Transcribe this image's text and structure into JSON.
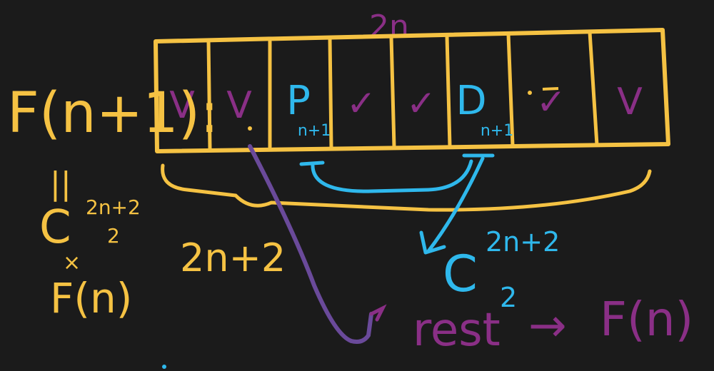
{
  "colors": {
    "background": "#1b1b1b",
    "yellow": "#f5c243",
    "purple": "#8a2f86",
    "blue": "#2fb8ec"
  },
  "labels": {
    "top_width": "2n",
    "function_lhs": "F(n+1):",
    "equals": "||",
    "combination_left_C": "C",
    "combination_left_top": "2n+2",
    "combination_left_bottom": "2",
    "times": "×",
    "f_n_left": "F(n)",
    "bracket_label": "2n+2",
    "combination_right_C": "C",
    "combination_right_top": "2n+2",
    "combination_right_bottom": "2",
    "rest": "rest",
    "arrow": "→",
    "f_n_right": "F(n)"
  },
  "cells": [
    {
      "mark": "V",
      "sub": ""
    },
    {
      "mark": "V",
      "sub": ""
    },
    {
      "mark": "P",
      "sub": "n+1"
    },
    {
      "mark": "✓",
      "sub": ""
    },
    {
      "mark": "✓",
      "sub": ""
    },
    {
      "mark": "D",
      "sub": "n+1"
    },
    {
      "mark": "✓",
      "sub": ""
    },
    {
      "mark": "V",
      "sub": ""
    }
  ]
}
